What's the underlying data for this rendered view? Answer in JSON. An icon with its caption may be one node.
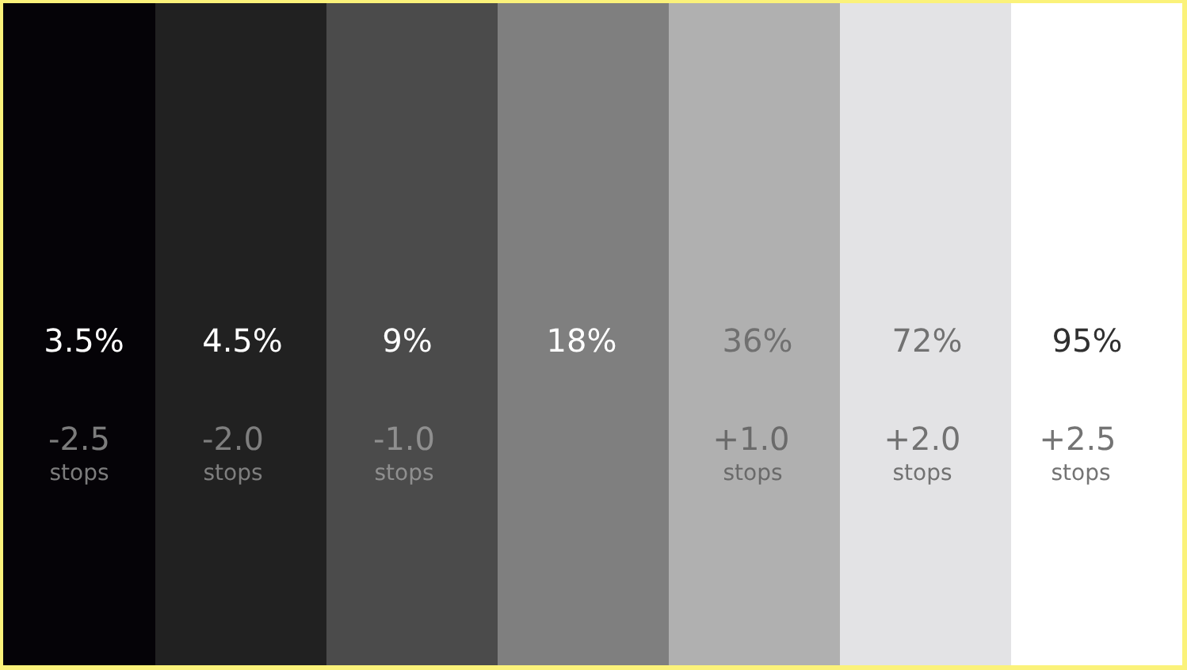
{
  "diagram": {
    "nodes": [
      {
        "text": [
          "3.5%",
          "-2.5",
          "stops"
        ]
      },
      {
        "text": [
          "4.5%",
          "-2.0",
          "stops"
        ]
      },
      {
        "text": [
          "9%",
          "-1.0",
          "stops"
        ]
      },
      {
        "text": [
          "18%"
        ]
      },
      {
        "text": [
          "36%",
          "+1.0",
          "stops"
        ]
      },
      {
        "text": [
          "72%",
          "+2.0",
          "stops"
        ]
      },
      {
        "text": [
          "95%",
          "+2.5",
          "stops"
        ]
      }
    ]
  }
}
